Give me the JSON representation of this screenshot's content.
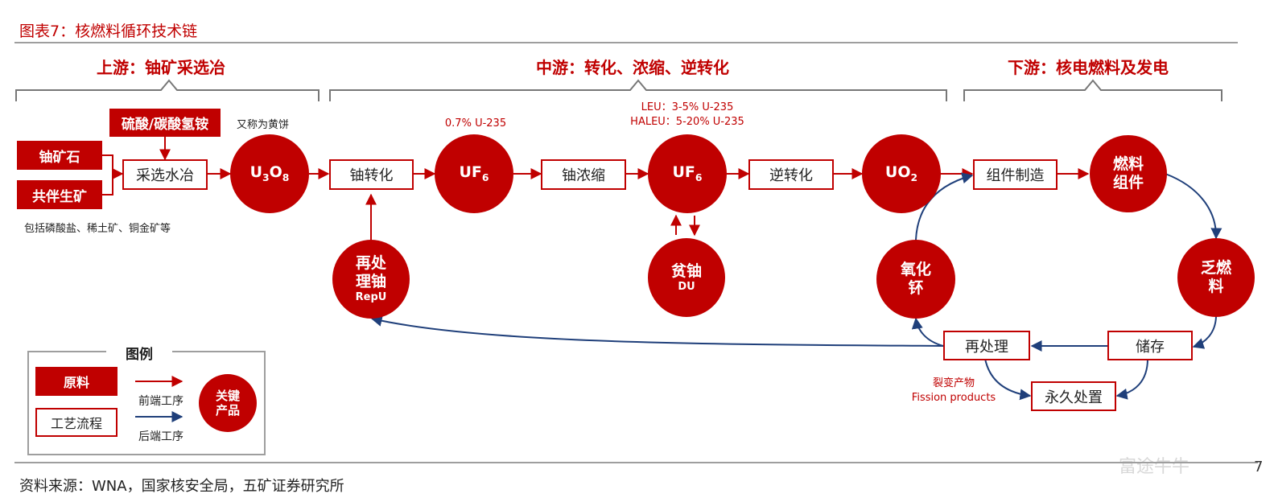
{
  "figure_title": "图表7：核燃料循环技术链",
  "sections": {
    "upstream": "上游：铀矿采选冶",
    "midstream": "中游：转化、浓缩、逆转化",
    "downstream": "下游：核电燃料及发电"
  },
  "boxes": {
    "uranium_ore": "铀矿石",
    "associated_ore": "共伴生矿",
    "acid": "硫酸/碳酸氢铵",
    "milling": "采选水冶",
    "conversion": "铀转化",
    "enrichment": "铀浓缩",
    "deconversion": "逆转化",
    "fabrication": "组件制造",
    "storage": "储存",
    "reprocessing": "再处理",
    "disposal": "永久处置"
  },
  "circles": {
    "u3o8_prefix": "U",
    "u3o8_sub1": "3",
    "u3o8_mid": "O",
    "u3o8_sub2": "8",
    "uf6_a_main": "UF",
    "uf6_a_sub": "6",
    "uf6_b_main": "UF",
    "uf6_b_sub": "6",
    "uo2_main": "UO",
    "uo2_sub": "2",
    "fuel_assembly_l1": "燃料",
    "fuel_assembly_l2": "组件",
    "spent_fuel_l1": "乏燃",
    "spent_fuel_l2": "料",
    "plutonium_l1": "氧化",
    "plutonium_l2": "钚",
    "depleted_l1": "贫铀",
    "depleted_l2": "DU",
    "repu_l1": "再处",
    "repu_l2": "理铀",
    "repu_l3": "RepU"
  },
  "notes": {
    "yellowcake": "又称为黄饼",
    "byproducts": "包括磷酸盐、稀土矿、铜金矿等",
    "uf6_natural": "0.7% U-235",
    "leu": "LEU：3-5% U-235",
    "haleu": "HALEU：5-20% U-235",
    "fission_cn": "裂变产物",
    "fission_en": "Fission products"
  },
  "legend": {
    "title": "图例",
    "raw_material": "原料",
    "process_flow": "工艺流程",
    "front_end": "前端工序",
    "back_end": "后端工序",
    "key_product_l1": "关键",
    "key_product_l2": "产品"
  },
  "colors": {
    "front_end_red": "#c00000",
    "back_end_blue": "#1f3f7a"
  },
  "source": "资料来源：WNA，国家核安全局，五矿证券研究所",
  "watermark": "富途牛牛",
  "page_number": "7"
}
